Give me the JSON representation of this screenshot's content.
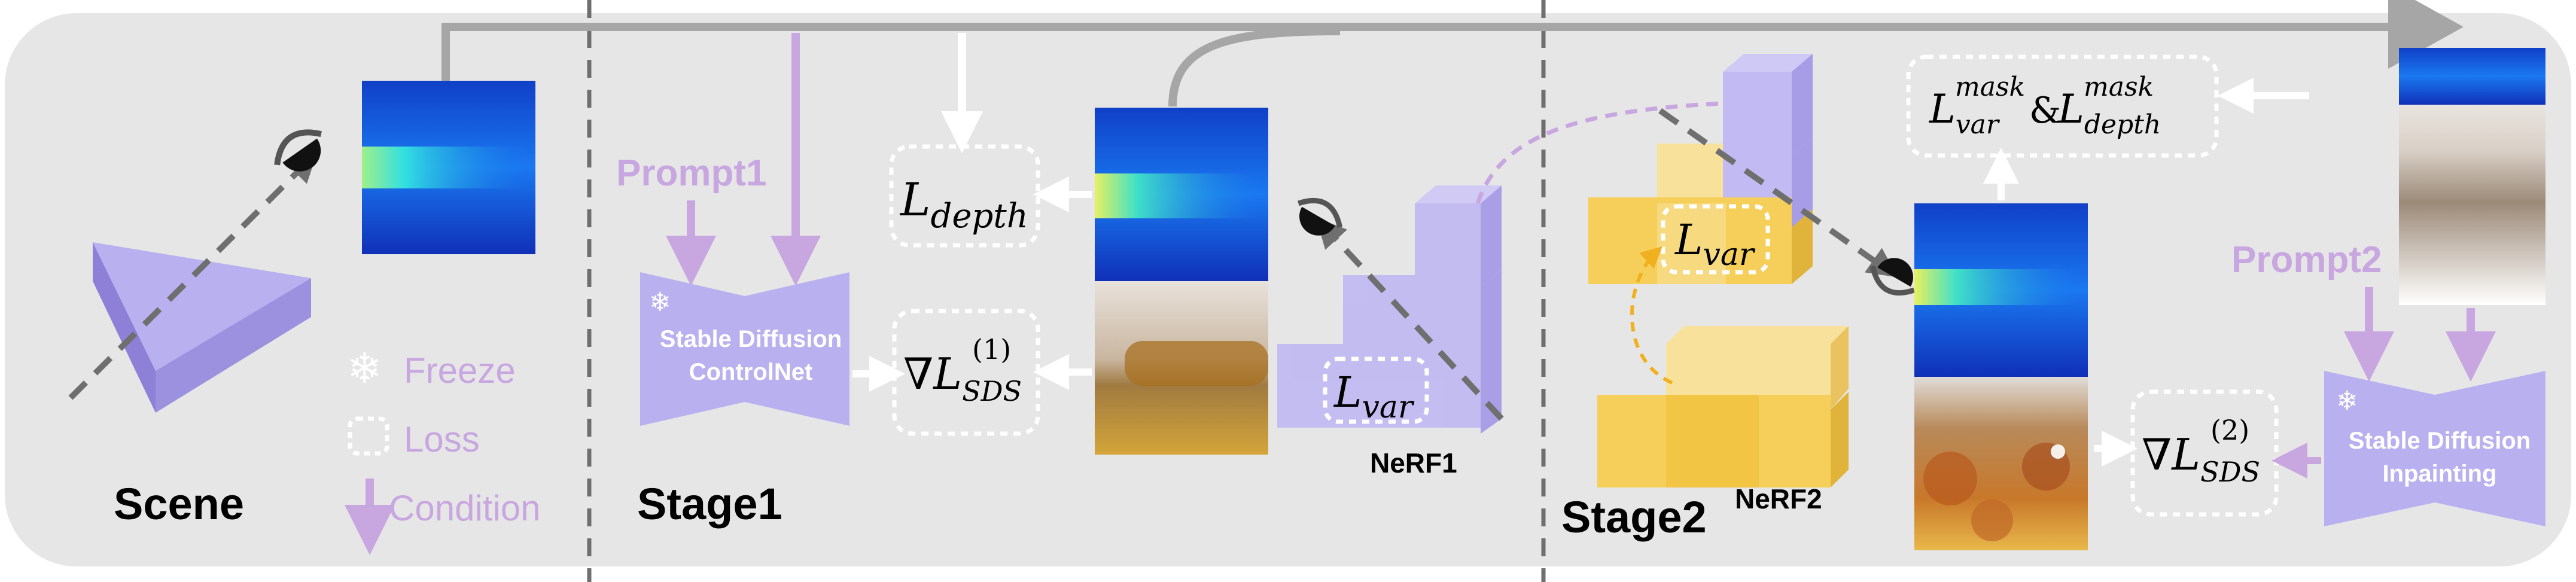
{
  "colors": {
    "panel": "#e6e6e6",
    "lavender": "#c8a7e0",
    "lavender_block": "#b9b0f0",
    "yellow_block": "#f6cf5a",
    "white": "#ffffff",
    "arrow_gray": "#a6a6a6",
    "dash_gray": "#6f6f6f"
  },
  "sections": {
    "scene": "Scene",
    "stage1": "Stage1",
    "stage2": "Stage2"
  },
  "legend": {
    "freeze": "Freeze",
    "loss": "Loss",
    "condition": "Condition"
  },
  "stage1": {
    "prompt": "Prompt1",
    "model_line1": "Stable Diffusion",
    "model_line2": "ControlNet",
    "loss_depth_base": "L",
    "loss_depth_sub": "depth",
    "loss_sds_base": "∇L",
    "loss_sds_sub": "SDS",
    "loss_sds_sup": "(1)",
    "loss_var_base": "L",
    "loss_var_sub": "var",
    "nerf": "NeRF1"
  },
  "stage2": {
    "prompt": "Prompt2",
    "model_line1": "Stable Diffusion",
    "model_line2": "Inpainting",
    "loss_mask_a_base": "L",
    "loss_mask_a_sub": "var",
    "loss_mask_a_sup": "mask",
    "loss_join": "&",
    "loss_mask_b_base": "L",
    "loss_mask_b_sub": "depth",
    "loss_mask_b_sup": "mask",
    "loss_var_base": "L",
    "loss_var_sub": "var",
    "loss_sds_base": "∇L",
    "loss_sds_sub": "SDS",
    "loss_sds_sup": "(2)",
    "nerf": "NeRF2"
  },
  "icons": [
    "eye-icon",
    "snowflake-icon",
    "camera-prism-icon"
  ]
}
